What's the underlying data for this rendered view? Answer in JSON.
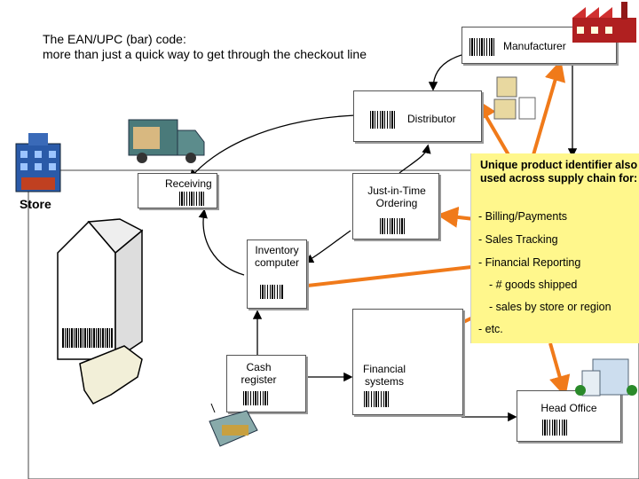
{
  "title_line1": "The EAN/UPC (bar) code:",
  "title_line2": "more than just a quick way to get through the checkout line",
  "nodes": {
    "manufacturer": "Manufacturer",
    "distributor": "Distributor",
    "receiving": "Receiving",
    "jit_line1": "Just-in-Time",
    "jit_line2": "Ordering",
    "inventory_line1": "Inventory",
    "inventory_line2": "computer",
    "cash_line1": "Cash",
    "cash_line2": "register",
    "financial_line1": "Financial",
    "financial_line2": "systems",
    "head_office": "Head Office",
    "store": "Store"
  },
  "callout": {
    "heading": "Unique product identifier also used across supply chain for:",
    "items": [
      "- Billing/Payments",
      "- Sales Tracking",
      "- Financial Reporting",
      "- # goods shipped",
      "- sales by store or region",
      "- etc."
    ]
  },
  "colors": {
    "arrow_orange": "#f07a1a",
    "callout_yellow": "#fff78c"
  },
  "icons": [
    "factory-icon",
    "truck-icon",
    "store-building-icon",
    "milk-carton-icon",
    "scanner-icon",
    "cash-register-icon",
    "office-buildings-icon",
    "boxes-icon",
    "clipboard-icon"
  ]
}
